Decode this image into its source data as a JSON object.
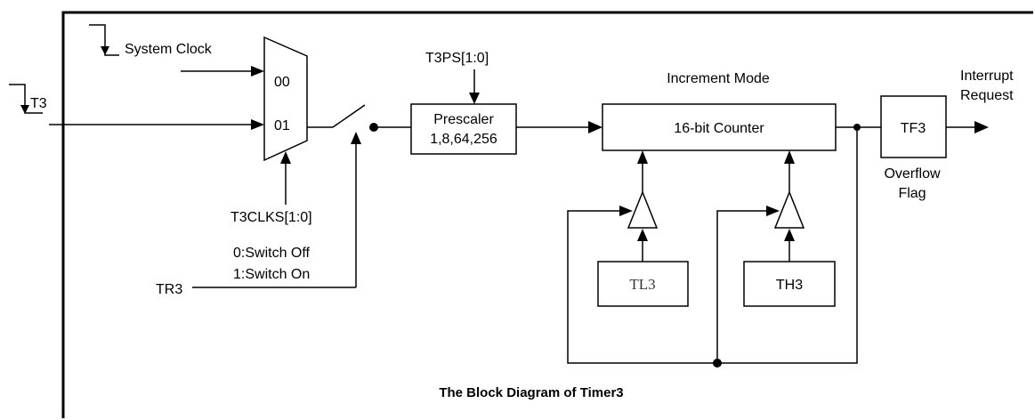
{
  "title": "The Block Diagram of Timer3",
  "inputs": {
    "system_clock": "System Clock",
    "t3": "T3",
    "tr3": "TR3"
  },
  "mux": {
    "in0": "00",
    "in1": "01",
    "select": "T3CLKS[1:0]"
  },
  "switch": {
    "off": "0:Switch Off",
    "on": "1:Switch On"
  },
  "prescaler": {
    "select": "T3PS[1:0]",
    "title": "Prescaler",
    "values": "1,8,64,256"
  },
  "counter": {
    "mode": "Increment Mode",
    "label": "16-bit Counter"
  },
  "registers": {
    "low": "TL3",
    "high": "TH3"
  },
  "flag": {
    "label": "TF3",
    "caption_line1": "Overflow",
    "caption_line2": "Flag"
  },
  "interrupt": {
    "line1": "Interrupt",
    "line2": "Request"
  }
}
